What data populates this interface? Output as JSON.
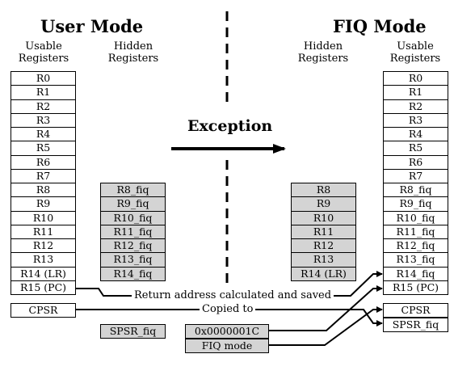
{
  "user_mode": {
    "title": "User Mode",
    "usable_header": "Usable\nRegisters",
    "hidden_header": "Hidden\nRegisters",
    "usable": [
      "R0",
      "R1",
      "R2",
      "R3",
      "R4",
      "R5",
      "R6",
      "R7",
      "R8",
      "R9",
      "R10",
      "R11",
      "R12",
      "R13",
      "R14 (LR)",
      "R15 (PC)"
    ],
    "hidden": [
      "R8_fiq",
      "R9_fiq",
      "R10_fiq",
      "R11_fiq",
      "R12_fiq",
      "R13_fiq",
      "R14_fiq"
    ],
    "cpsr": "CPSR",
    "spsr": "SPSR_fiq"
  },
  "fiq_mode": {
    "title": "FIQ Mode",
    "hidden_header": "Hidden\nRegisters",
    "usable_header": "Usable\nRegisters",
    "hidden": [
      "R8",
      "R9",
      "R10",
      "R11",
      "R12",
      "R13",
      "R14 (LR)"
    ],
    "usable": [
      "R0",
      "R1",
      "R2",
      "R3",
      "R4",
      "R5",
      "R6",
      "R7",
      "R8_fiq",
      "R9_fiq",
      "R10_fiq",
      "R11_fiq",
      "R12_fiq",
      "R13_fiq",
      "R14_fiq",
      "R15 (PC)"
    ],
    "cpsr": "CPSR",
    "spsr": "SPSR_fiq"
  },
  "exception_label": "Exception",
  "return_address_label": "Return address calculated and saved",
  "copied_label": "Copied to",
  "vector_value": "0x0000001C",
  "mode_value": "FIQ mode"
}
